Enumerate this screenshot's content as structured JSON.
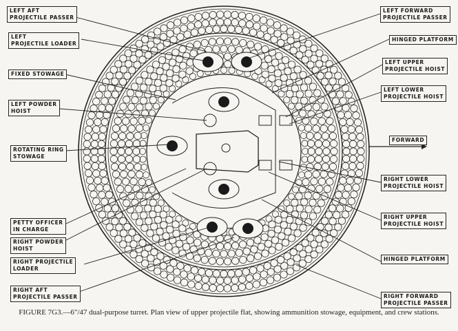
{
  "labels_left": [
    {
      "id": "left-aft-projectile-passer",
      "text": "LEFT AFT\nPROJECTILE PASSER"
    },
    {
      "id": "left-projectile-loader",
      "text": "LEFT\nPROJECTILE LOADER"
    },
    {
      "id": "fixed-stowage",
      "text": "FIXED STOWAGE"
    },
    {
      "id": "left-powder-hoist",
      "text": "LEFT POWDER\nHOIST"
    },
    {
      "id": "rotating-ring-stowage",
      "text": "ROTATING RING\nSTOWAGE"
    },
    {
      "id": "petty-officer-in-charge",
      "text": "PETTY OFFICER\nIN CHARGE"
    },
    {
      "id": "right-powder-hoist",
      "text": "RIGHT POWDER\nHOIST"
    },
    {
      "id": "right-projectile-loader",
      "text": "RIGHT PROJECTILE\nLOADER"
    },
    {
      "id": "right-aft-projectile-passer",
      "text": "RIGHT AFT\nPROJECTILE PASSER"
    }
  ],
  "labels_right": [
    {
      "id": "left-forward-projectile-passer",
      "text": "LEFT FORWARD\nPROJECTILE PASSER"
    },
    {
      "id": "hinged-platform-upper",
      "text": "HINGED PLATFORM"
    },
    {
      "id": "left-upper-projectile-hoist",
      "text": "LEFT UPPER\nPROJECTILE HOIST"
    },
    {
      "id": "left-lower-projectile-hoist",
      "text": "LEFT LOWER\nPROJECTILE HOIST"
    },
    {
      "id": "forward",
      "text": "FORWARD"
    },
    {
      "id": "right-lower-projectile-hoist",
      "text": "RIGHT LOWER\nPROJECTILE HOIST"
    },
    {
      "id": "right-upper-projectile-hoist",
      "text": "RIGHT UPPER\nPROJECTILE HOIST"
    },
    {
      "id": "hinged-platform-lower",
      "text": "HINGED PLATFORM"
    },
    {
      "id": "right-forward-projectile-passer",
      "text": "RIGHT FORWARD\nPROJECTILE PASSER"
    }
  ],
  "caption": "FIGURE 7G3.—6\"/47 dual-purpose turret.  Plan view of upper projectile flat, showing ammunition stowage, equipment, and crew stations."
}
